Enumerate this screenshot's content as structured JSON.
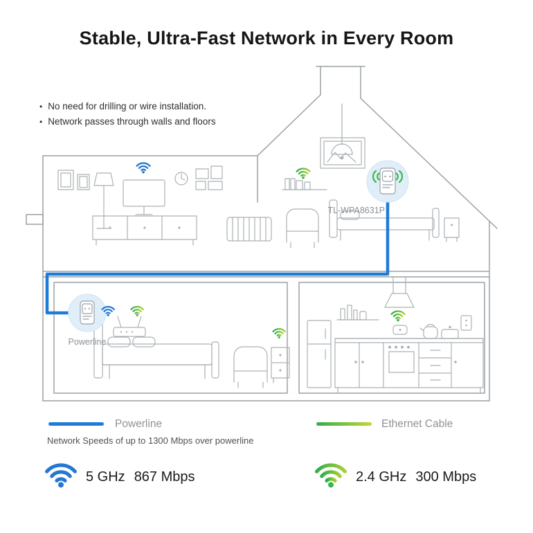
{
  "title": "Stable, Ultra-Fast Network in Every Room",
  "bullets": [
    "No need for drilling or wire installation.",
    "Network passes through walls and floors"
  ],
  "diagram": {
    "extender_model": "TL-WPA8631P",
    "adapter_label": "Powerline"
  },
  "legend": {
    "powerline_label": "Powerline",
    "powerline_note": "Network Speeds of up to 1300 Mbps over powerline",
    "ethernet_label": "Ethernet Cable"
  },
  "wifi_bands": [
    {
      "band": "5 GHz",
      "speed": "867 Mbps"
    },
    {
      "band": "2.4 GHz",
      "speed": "300 Mbps"
    }
  ],
  "icons": {
    "wifi_blue": "wifi-icon-blue",
    "wifi_green": "wifi-icon-green"
  },
  "colors": {
    "powerline_blue": "#1e7cd6",
    "wifi_blue": "#2478d2",
    "ethernet_green": "#2fae4a",
    "ethernet_lime": "#c0d72e",
    "line_art_gray": "#9aa0a5"
  }
}
